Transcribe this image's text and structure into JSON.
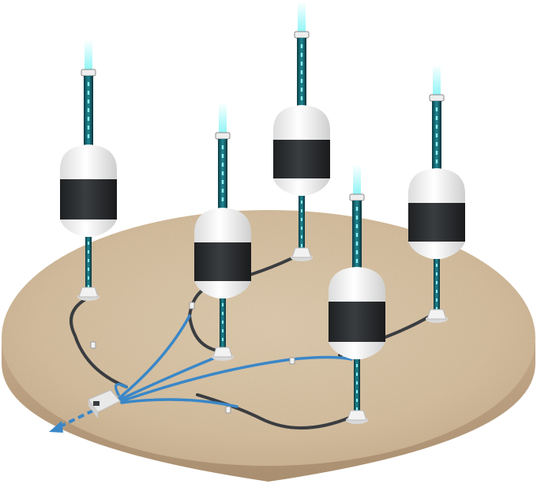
{
  "scene": {
    "description_free": true,
    "colors": {
      "background": "#ffffff",
      "sand_top": "#d9c3a3",
      "sand_side": "#bfa688",
      "sand_edge": "#a88d6e",
      "pipe_dark": "#3a3d40",
      "pipe_blue": "#3a87c8",
      "tank_white": "#f4f4f4",
      "tank_band": "#2a2c2e",
      "tube_glow": "#3fd6e0",
      "base_white": "#f2f2f2"
    },
    "units": [
      {
        "id": "unit-1"
      },
      {
        "id": "unit-2"
      },
      {
        "id": "unit-3"
      },
      {
        "id": "unit-4"
      },
      {
        "id": "unit-5"
      },
      {
        "id": "unit-6"
      }
    ]
  }
}
